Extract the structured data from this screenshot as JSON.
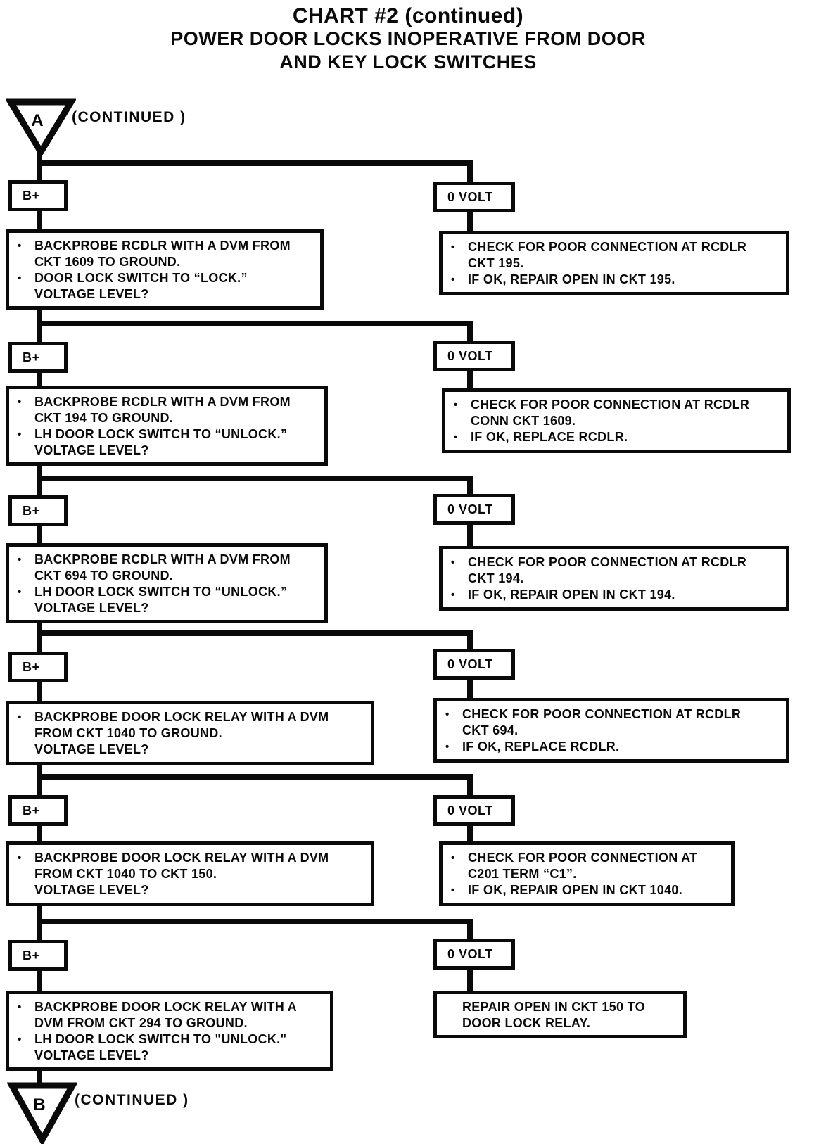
{
  "title": {
    "line1": "CHART #2 (continued)",
    "line2": "POWER DOOR LOCKS INOPERATIVE FROM DOOR",
    "line3": "AND KEY LOCK SWITCHES"
  },
  "colors": {
    "line": "#0a0a0a",
    "background": "#ffffff"
  },
  "connectors": {
    "top": {
      "letter": "A",
      "label": "(CONTINUED )"
    },
    "bottom": {
      "letter": "B",
      "label": "(CONTINUED )"
    }
  },
  "rows": [
    {
      "left_label": "B+",
      "right_label": "0 VOLT",
      "question": {
        "lines": [
          {
            "bullet": "•",
            "text": "BACKPROBE RCDLR WITH A DVM FROM"
          },
          {
            "bullet": "",
            "text": "CKT 1609 TO GROUND."
          },
          {
            "bullet": "•",
            "text": "DOOR LOCK SWITCH TO “LOCK.”"
          },
          {
            "bullet": "",
            "text": "VOLTAGE LEVEL?"
          }
        ]
      },
      "action": {
        "lines": [
          {
            "bullet": "•",
            "text": "CHECK FOR POOR CONNECTION AT RCDLR"
          },
          {
            "bullet": "",
            "text": "CKT 195."
          },
          {
            "bullet": "•",
            "text": "IF OK, REPAIR OPEN IN CKT 195."
          }
        ]
      }
    },
    {
      "left_label": "B+",
      "right_label": "0 VOLT",
      "question": {
        "lines": [
          {
            "bullet": "•",
            "text": "BACKPROBE RCDLR WITH A DVM FROM"
          },
          {
            "bullet": "",
            "text": "CKT 194 TO GROUND."
          },
          {
            "bullet": "•",
            "text": "LH DOOR LOCK SWITCH TO “UNLOCK.”"
          },
          {
            "bullet": "",
            "text": "VOLTAGE LEVEL?"
          }
        ]
      },
      "action": {
        "lines": [
          {
            "bullet": "•",
            "text": "CHECK FOR POOR CONNECTION AT RCDLR"
          },
          {
            "bullet": "",
            "text": "CONN CKT 1609."
          },
          {
            "bullet": "•",
            "text": "IF OK, REPLACE RCDLR."
          }
        ]
      }
    },
    {
      "left_label": "B+",
      "right_label": "0 VOLT",
      "question": {
        "lines": [
          {
            "bullet": "•",
            "text": "BACKPROBE RCDLR WITH A DVM FROM"
          },
          {
            "bullet": "",
            "text": "CKT 694 TO GROUND."
          },
          {
            "bullet": "•",
            "text": "LH DOOR LOCK SWITCH TO “UNLOCK.”"
          },
          {
            "bullet": "",
            "text": "VOLTAGE LEVEL?"
          }
        ]
      },
      "action": {
        "lines": [
          {
            "bullet": "•",
            "text": "CHECK FOR POOR CONNECTION AT RCDLR"
          },
          {
            "bullet": "",
            "text": "CKT 194."
          },
          {
            "bullet": "•",
            "text": "IF OK, REPAIR OPEN IN CKT 194."
          }
        ]
      }
    },
    {
      "left_label": "B+",
      "right_label": "0 VOLT",
      "question": {
        "lines": [
          {
            "bullet": "•",
            "text": "BACKPROBE DOOR LOCK RELAY WITH A DVM"
          },
          {
            "bullet": "",
            "text": "FROM CKT 1040 TO GROUND."
          },
          {
            "bullet": "",
            "text": "VOLTAGE LEVEL?"
          }
        ]
      },
      "action": {
        "lines": [
          {
            "bullet": "•",
            "text": "CHECK FOR POOR CONNECTION AT RCDLR"
          },
          {
            "bullet": "",
            "text": "CKT 694."
          },
          {
            "bullet": "•",
            "text": "IF OK, REPLACE RCDLR."
          }
        ]
      }
    },
    {
      "left_label": "B+",
      "right_label": "0 VOLT",
      "question": {
        "lines": [
          {
            "bullet": "•",
            "text": "BACKPROBE DOOR LOCK RELAY WITH A DVM"
          },
          {
            "bullet": "",
            "text": "FROM CKT 1040 TO CKT 150."
          },
          {
            "bullet": "",
            "text": "VOLTAGE LEVEL?"
          }
        ]
      },
      "action": {
        "lines": [
          {
            "bullet": "•",
            "text": "CHECK FOR POOR CONNECTION AT"
          },
          {
            "bullet": "",
            "text": "C201 TERM “C1”."
          },
          {
            "bullet": "•",
            "text": "IF OK, REPAIR OPEN IN CKT 1040."
          }
        ]
      }
    },
    {
      "left_label": "B+",
      "right_label": "0 VOLT",
      "question": {
        "lines": [
          {
            "bullet": "•",
            "text": "BACKPROBE DOOR LOCK RELAY WITH A"
          },
          {
            "bullet": "",
            "text": "DVM FROM CKT 294 TO GROUND."
          },
          {
            "bullet": "•",
            "text": "LH DOOR LOCK SWITCH TO \"UNLOCK.\""
          },
          {
            "bullet": "",
            "text": "VOLTAGE LEVEL?"
          }
        ]
      },
      "action": {
        "lines": [
          {
            "bullet": "",
            "text": "REPAIR OPEN IN CKT 150 TO"
          },
          {
            "bullet": "",
            "text": "DOOR LOCK RELAY."
          }
        ]
      }
    }
  ]
}
